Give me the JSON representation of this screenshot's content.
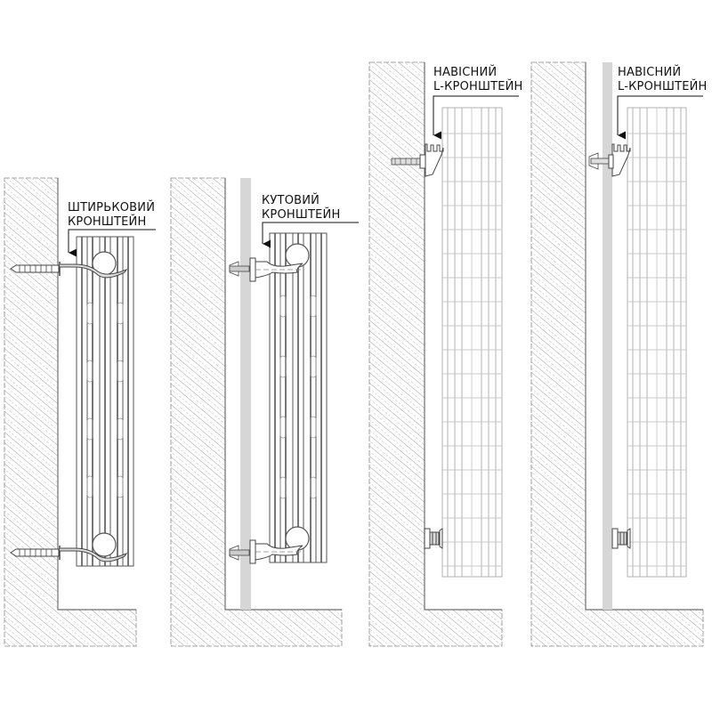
{
  "diagram": {
    "title": "Radiator wall mounting bracket types",
    "colors": {
      "background": "#ffffff",
      "hatch": "#9a9a9a",
      "wall_outline": "#6e6e6e",
      "plaster_strip": "#d6d6d6",
      "radiator_line": "#555555",
      "radiator_ghost": "#a8a8a8",
      "label_text": "#111111",
      "leader_line": "#111111"
    },
    "panels": [
      {
        "id": "panel-1",
        "label_line1": "ШТИРЬКОВИЙ",
        "label_line2": "КРОНШТЕЙН",
        "bracket_type": "pin-bracket",
        "plaster_strip": false,
        "radiator_view": "side",
        "bracket_count": 2
      },
      {
        "id": "panel-2",
        "label_line1": "КУТОВИЙ",
        "label_line2": "КРОНШТЕЙН",
        "bracket_type": "angle-bracket",
        "plaster_strip": true,
        "radiator_view": "side",
        "bracket_count": 2
      },
      {
        "id": "panel-3",
        "label_line1": "НАВІСНИЙ",
        "label_line2": "L-КРОНШТЕЙН",
        "bracket_type": "l-hanging-bracket",
        "plaster_strip": false,
        "radiator_view": "section",
        "bracket_count": 2
      },
      {
        "id": "panel-4",
        "label_line1": "НАВІСНИЙ",
        "label_line2": "L-КРОНШТЕЙН",
        "bracket_type": "l-hanging-bracket",
        "plaster_strip": true,
        "radiator_view": "section",
        "bracket_count": 2
      }
    ]
  }
}
